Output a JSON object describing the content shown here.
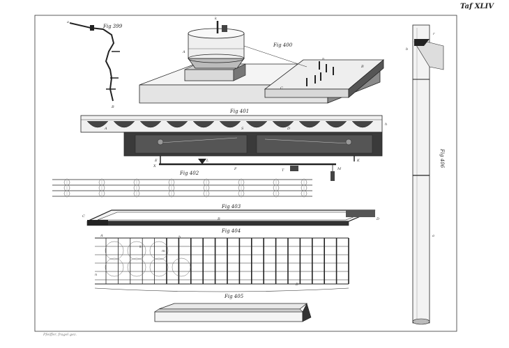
{
  "plate": {
    "number": "Taf XLIV",
    "engraver": "Pfeiffer, fragel gez."
  },
  "figures": {
    "f399": "Fig 399",
    "f400": "Fig 400",
    "f401": "Fig 401",
    "f402": "Fig 402",
    "f403": "Fig 403",
    "f404": "Fig 404",
    "f405": "Fig 405",
    "f406": "Fig 406"
  },
  "letters": {
    "a": "a",
    "b": "b",
    "c": "c",
    "d": "d",
    "e": "e",
    "f": "f",
    "g": "g",
    "h": "h",
    "i": "i",
    "k": "k",
    "l": "l",
    "m": "m",
    "n": "n",
    "r": "r",
    "s": "s",
    "t": "t",
    "A": "A",
    "B": "B",
    "C": "C",
    "D": "D",
    "E": "E",
    "F": "F",
    "H": "H",
    "K": "K",
    "L": "L",
    "M": "M",
    "N": "N",
    "S": "S",
    "T": "T",
    "X": "X"
  },
  "colors": {
    "ink": "#222222",
    "shade": "#555555",
    "paper": "#ffffff",
    "wood": "#f2f2f2"
  }
}
